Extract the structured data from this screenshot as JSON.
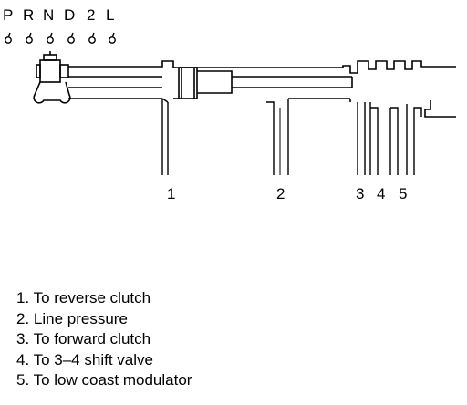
{
  "gear_positions": [
    "P",
    "R",
    "N",
    "D",
    "2",
    "L"
  ],
  "port_numbers": [
    "1",
    "2",
    "3",
    "4",
    "5"
  ],
  "legend": [
    "1. To reverse clutch",
    "2. Line pressure",
    "3. To forward clutch",
    "4. To 3–4 shift valve",
    "5. To low coast modulator"
  ]
}
